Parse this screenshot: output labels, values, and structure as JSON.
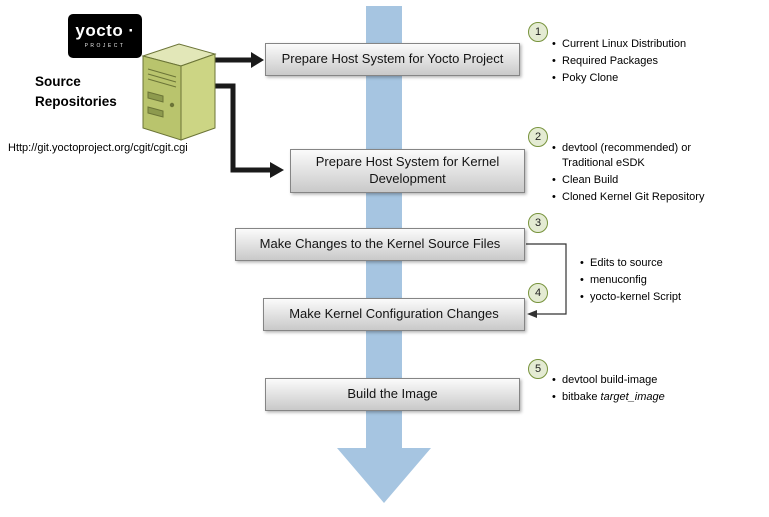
{
  "logo": {
    "title": "yocto ·",
    "subtitle": "PROJECT"
  },
  "source": {
    "title": "Source Repositories",
    "url": "Http://git.yoctoproject.org/cgit/cgit.cgi"
  },
  "steps": [
    {
      "num": "1",
      "label": "Prepare Host System for Yocto Project",
      "bullets": [
        "Current Linux Distribution",
        "Required Packages",
        "Poky Clone"
      ]
    },
    {
      "num": "2",
      "label": "Prepare Host System for Kernel Development",
      "bullets": [
        "devtool (recommended) or",
        "Traditional eSDK",
        "Clean Build",
        "Cloned Kernel Git Repository"
      ]
    },
    {
      "num": "3",
      "label": "Make Changes to the Kernel Source Files"
    },
    {
      "num": "4",
      "label": "Make Kernel Configuration Changes"
    },
    {
      "num": "5",
      "label": "Build the Image",
      "bullets": [
        "devtool build-image"
      ],
      "bitbake_prefix": "bitbake ",
      "bitbake_arg": "target_image"
    }
  ],
  "shared_steps_3_4": {
    "bullets": [
      "Edits to source",
      "menuconfig",
      "yocto-kernel Script"
    ]
  },
  "colors": {
    "flow_arrow": "#a6c5e1",
    "step_circle_fill": "#e4ebd3",
    "step_circle_border": "#77933c",
    "connector": "#1a1a1a"
  }
}
